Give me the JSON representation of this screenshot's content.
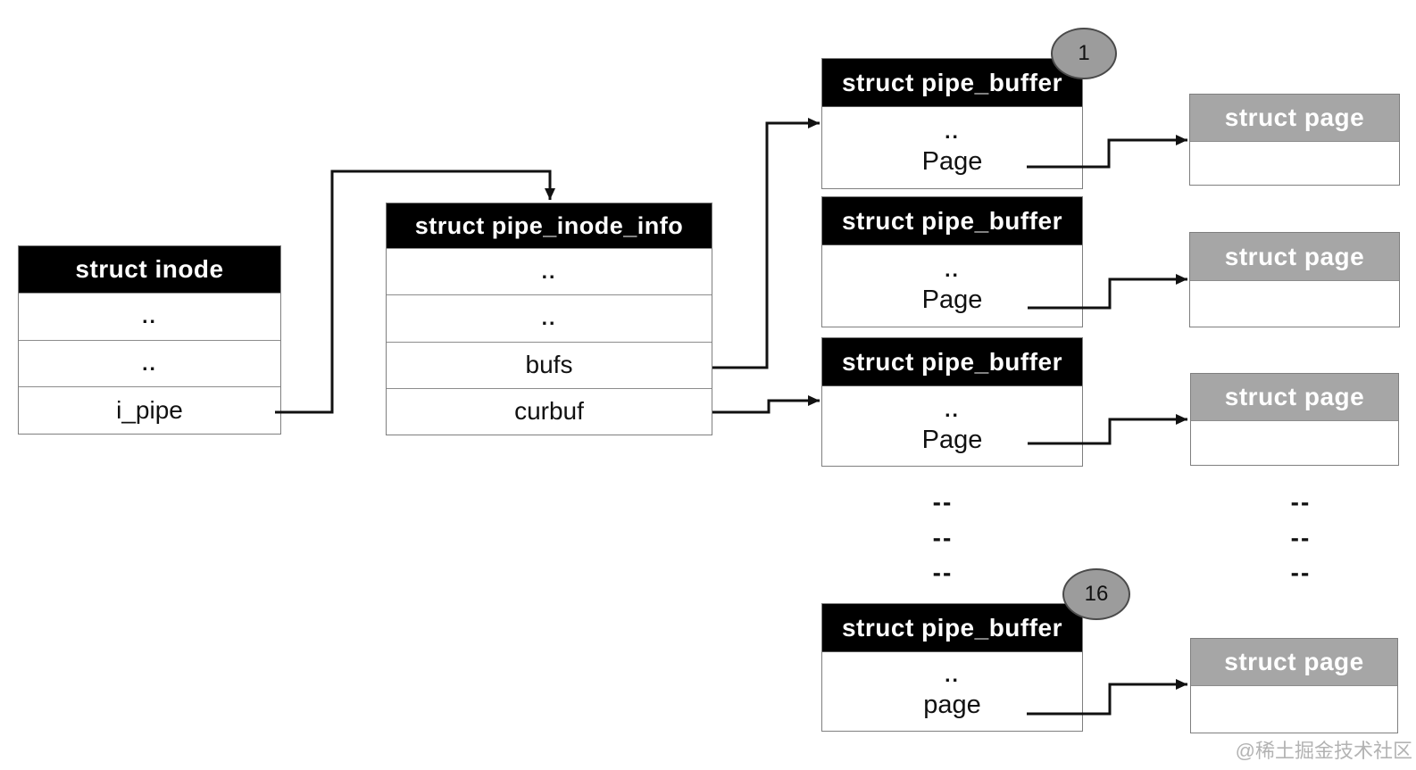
{
  "diagram": {
    "boxes": {
      "inode": {
        "title": "struct inode",
        "rows": [
          "..",
          "..",
          "i_pipe"
        ]
      },
      "pipe_inode_info": {
        "title": "struct pipe_inode_info",
        "rows": [
          "..",
          "..",
          "bufs",
          "curbuf"
        ]
      },
      "pipe_buffers": [
        {
          "title": "struct pipe_buffer",
          "badge": "1",
          "dots": "..",
          "field": "Page"
        },
        {
          "title": "struct pipe_buffer",
          "dots": "..",
          "field": "Page"
        },
        {
          "title": "struct pipe_buffer",
          "dots": "..",
          "field": "Page"
        },
        {
          "title": "struct pipe_buffer",
          "badge": "16",
          "dots": "..",
          "field": "page"
        }
      ],
      "pages": [
        {
          "title": "struct page"
        },
        {
          "title": "struct page"
        },
        {
          "title": "struct page"
        },
        {
          "title": "struct page"
        }
      ]
    },
    "ellipsis_marks": {
      "left": [
        "--",
        "--",
        "--"
      ],
      "right": [
        "--",
        "--",
        "--"
      ]
    },
    "watermark": "@稀土掘金技术社区",
    "colors": {
      "background": "#ffffff",
      "header_dark": "#000000",
      "header_gray": "#a6a6a6",
      "badge_fill": "#9c9c9c",
      "badge_border": "#4a4a4a",
      "line": "#111111",
      "watermark_text": "#b3b3b3"
    }
  }
}
